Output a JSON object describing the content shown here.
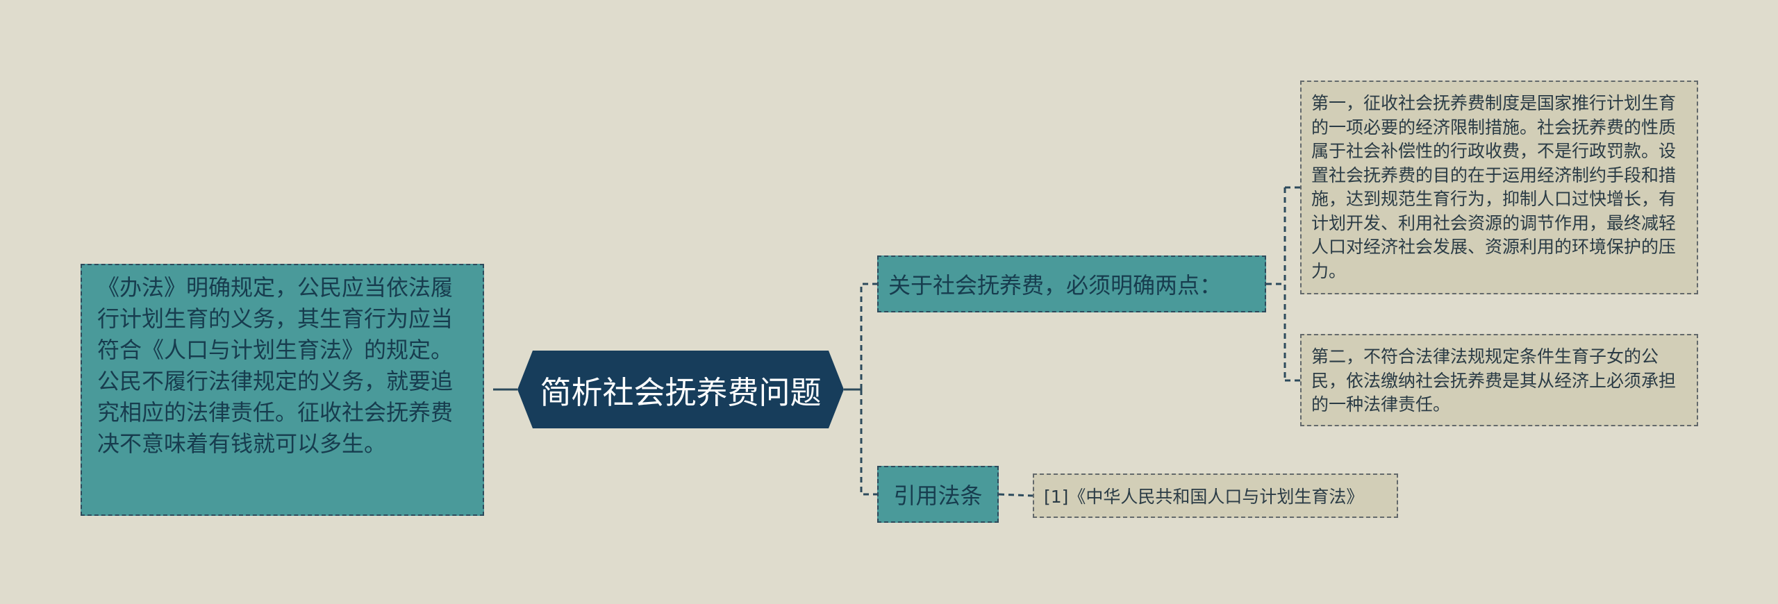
{
  "diagram": {
    "central_topic": "简析社会抚养费问题",
    "left_note": "《办法》明确规定，公民应当依法履行计划生育的义务，其生育行为应当符合《人口与计划生育法》的规定。公民不履行法律规定的义务，就要追究相应的法律责任。征收社会抚养费决不意味着有钱就可以多生。",
    "branches": [
      {
        "label": "关于社会抚养费，必须明确两点：",
        "children": [
          "第一，征收社会抚养费制度是国家推行计划生育的一项必要的经济限制措施。社会抚养费的性质属于社会补偿性的行政收费，不是行政罚款。设置社会抚养费的目的在于运用经济制约手段和措施，达到规范生育行为，抑制人口过快增长，有计划开发、利用社会资源的调节作用，最终减轻人口对经济社会发展、资源利用的环境保护的压力。",
          "第二，不符合法律法规规定条件生育子女的公民，依法缴纳社会抚养费是其从经济上必须承担的一种法律责任。"
        ]
      },
      {
        "label": "引用法条",
        "children": [
          "[1]《中华人民共和国人口与计划生育法》"
        ]
      }
    ],
    "colors": {
      "background": "#dfdccd",
      "central_fill": "#173d5b",
      "branch_fill": "#4a9a9a",
      "leaf_fill": "#d2ceb7",
      "connector": "#2c4a5c"
    }
  }
}
